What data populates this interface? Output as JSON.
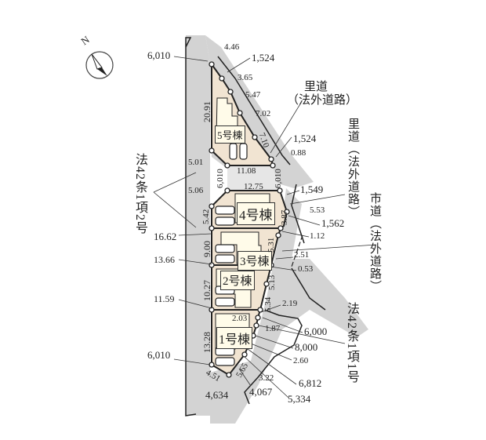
{
  "compass": {
    "label": "N"
  },
  "lots": [
    "5号棟",
    "4号棟",
    "3号棟",
    "2号棟",
    "1号棟"
  ],
  "roads": {
    "satomichi_top": [
      "里道",
      "（法外道路）"
    ],
    "satomichi_right": "里道（法外道路）",
    "shidou": "市道（法外道路）",
    "law_left": "法42条1項2号",
    "law_right": "法42条1項1号"
  },
  "dims": {
    "d6010a": "6,010",
    "d446": "4.46",
    "d1524a": "1,524",
    "d365": "3.65",
    "d547": "5.47",
    "d702": "7.02",
    "d2091": "20.91",
    "d710": "7.10",
    "d1524b": "1,524",
    "d088": "0.88",
    "d501": "5.01",
    "d1108": "11.08",
    "d6010b": "6,010",
    "d6010c": "6,010",
    "d1275": "12.75",
    "d1549": "1,549",
    "d506": "5.06",
    "d553": "5.53",
    "d542": "5.42",
    "d1562": "1,562",
    "d387": "3.87",
    "d1662": "16.62",
    "d112": "1.12",
    "d900": "9.00",
    "d531": "5.31",
    "d1366": "13.66",
    "d251": "2.51",
    "d053": "0.53",
    "d1027": "10.27",
    "d513": "5.13",
    "d1159": "11.59",
    "d534": "5.34",
    "d219": "2.19",
    "d203": "2.03",
    "d187": "1.87",
    "d6000": "6,000",
    "d1328": "13.28",
    "d8000": "8,000",
    "d260": "2.60",
    "d6010d": "6,010",
    "d322": "3.22",
    "d565": "5.65",
    "d451": "4.51",
    "d6812": "6,812",
    "d4634": "4,634",
    "d4067": "4,067",
    "d5334": "5,334"
  },
  "colors": {
    "road": "#d3d3d3",
    "lot": "#f1e4d2",
    "building": "#fffbe9",
    "line": "#222222"
  }
}
